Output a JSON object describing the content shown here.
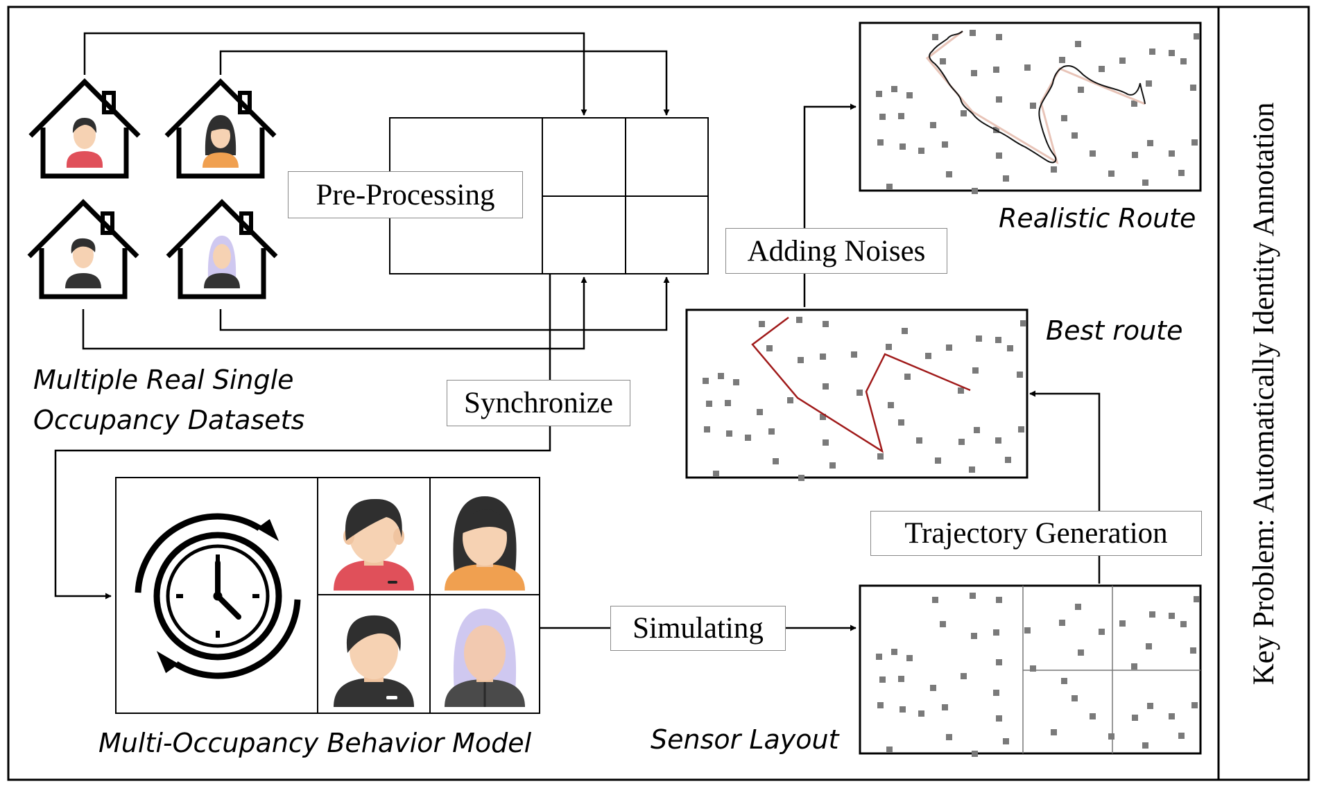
{
  "labels": {
    "pre_processing": "Pre-Processing",
    "synchronize": "Synchronize",
    "simulating": "Simulating",
    "adding_noises": "Adding Noises",
    "trajectory_generation": "Trajectory Generation"
  },
  "captions": {
    "datasets_line1": "Multiple Real Single",
    "datasets_line2": "Occupancy Datasets",
    "behavior_model": "Multi-Occupancy Behavior Model",
    "sensor_layout": "Sensor Layout",
    "best_route": "Best route",
    "realistic_route": "Realistic Route"
  },
  "side_title": "Key Problem: Automatically Identity Annotation",
  "colors": {
    "sensor_dot": "#7a7a7a",
    "best_route": "#a01a1a",
    "realistic_route": "#111111",
    "shirt_red": "#e0505a",
    "shirt_orange": "#f0a050",
    "shirt_dark": "#333333",
    "skin": "#f6d2b3",
    "hair_dark": "#2f2f2f",
    "hair_lavender": "#cfc8f0"
  },
  "icons": {
    "houses": [
      "house-man-icon",
      "house-woman-icon",
      "house-boy-icon",
      "house-elder-icon"
    ],
    "clock": "clock-cycle-icon",
    "persons": [
      "man-red-shirt-icon",
      "woman-orange-shirt-icon",
      "boy-dark-shirt-icon",
      "elder-dark-shirt-icon"
    ]
  }
}
